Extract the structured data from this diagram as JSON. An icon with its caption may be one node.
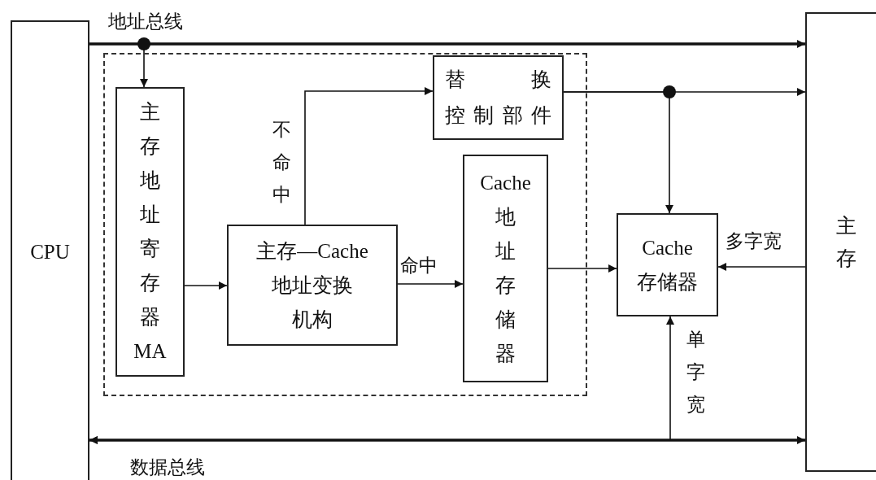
{
  "diagram": {
    "nodes": [
      {
        "text": [
          "CPU"
        ]
      },
      {
        "text": [],
        "shape": "box"
      },
      {
        "text": [
          "主存地址寄存器MA"
        ],
        "in": 1
      },
      {
        "text": [
          "主存—Cache地址变换机构"
        ],
        "in": 1
      },
      {
        "text": [
          "替换控制部件"
        ],
        "in": 1
      },
      {
        "text": [
          "Cache地址存储器"
        ],
        "in": 1
      },
      {
        "text": [
          "Cache存储器"
        ]
      },
      {
        "text": [
          "主存"
        ]
      }
    ],
    "edges": [
      {
        "from": 0,
        "to": 7,
        "arrow": "to",
        "style": "thick",
        "label": "地址总线"
      },
      {
        "from": 0,
        "to": 2,
        "arrow": "to"
      },
      {
        "from": 0,
        "to": 7,
        "arrow": "both",
        "style": "thick",
        "label": "数据总线"
      },
      {
        "from": 2,
        "to": 3,
        "arrow": "to"
      },
      {
        "from": 3,
        "to": 4,
        "arrow": "to",
        "label": "不命中"
      },
      {
        "from": 3,
        "to": 5,
        "arrow": "to",
        "label": "命中"
      },
      {
        "from": 4,
        "to": 7,
        "arrow": "to"
      },
      {
        "from": 4,
        "to": 6,
        "arrow": "to"
      },
      {
        "from": 5,
        "to": 6,
        "arrow": "to"
      },
      {
        "from": 7,
        "to": 6,
        "arrow": "to",
        "label": "多字宽"
      },
      {
        "from": 6,
        "to": 0,
        "arrow": "both",
        "label": "单字宽"
      }
    ]
  }
}
